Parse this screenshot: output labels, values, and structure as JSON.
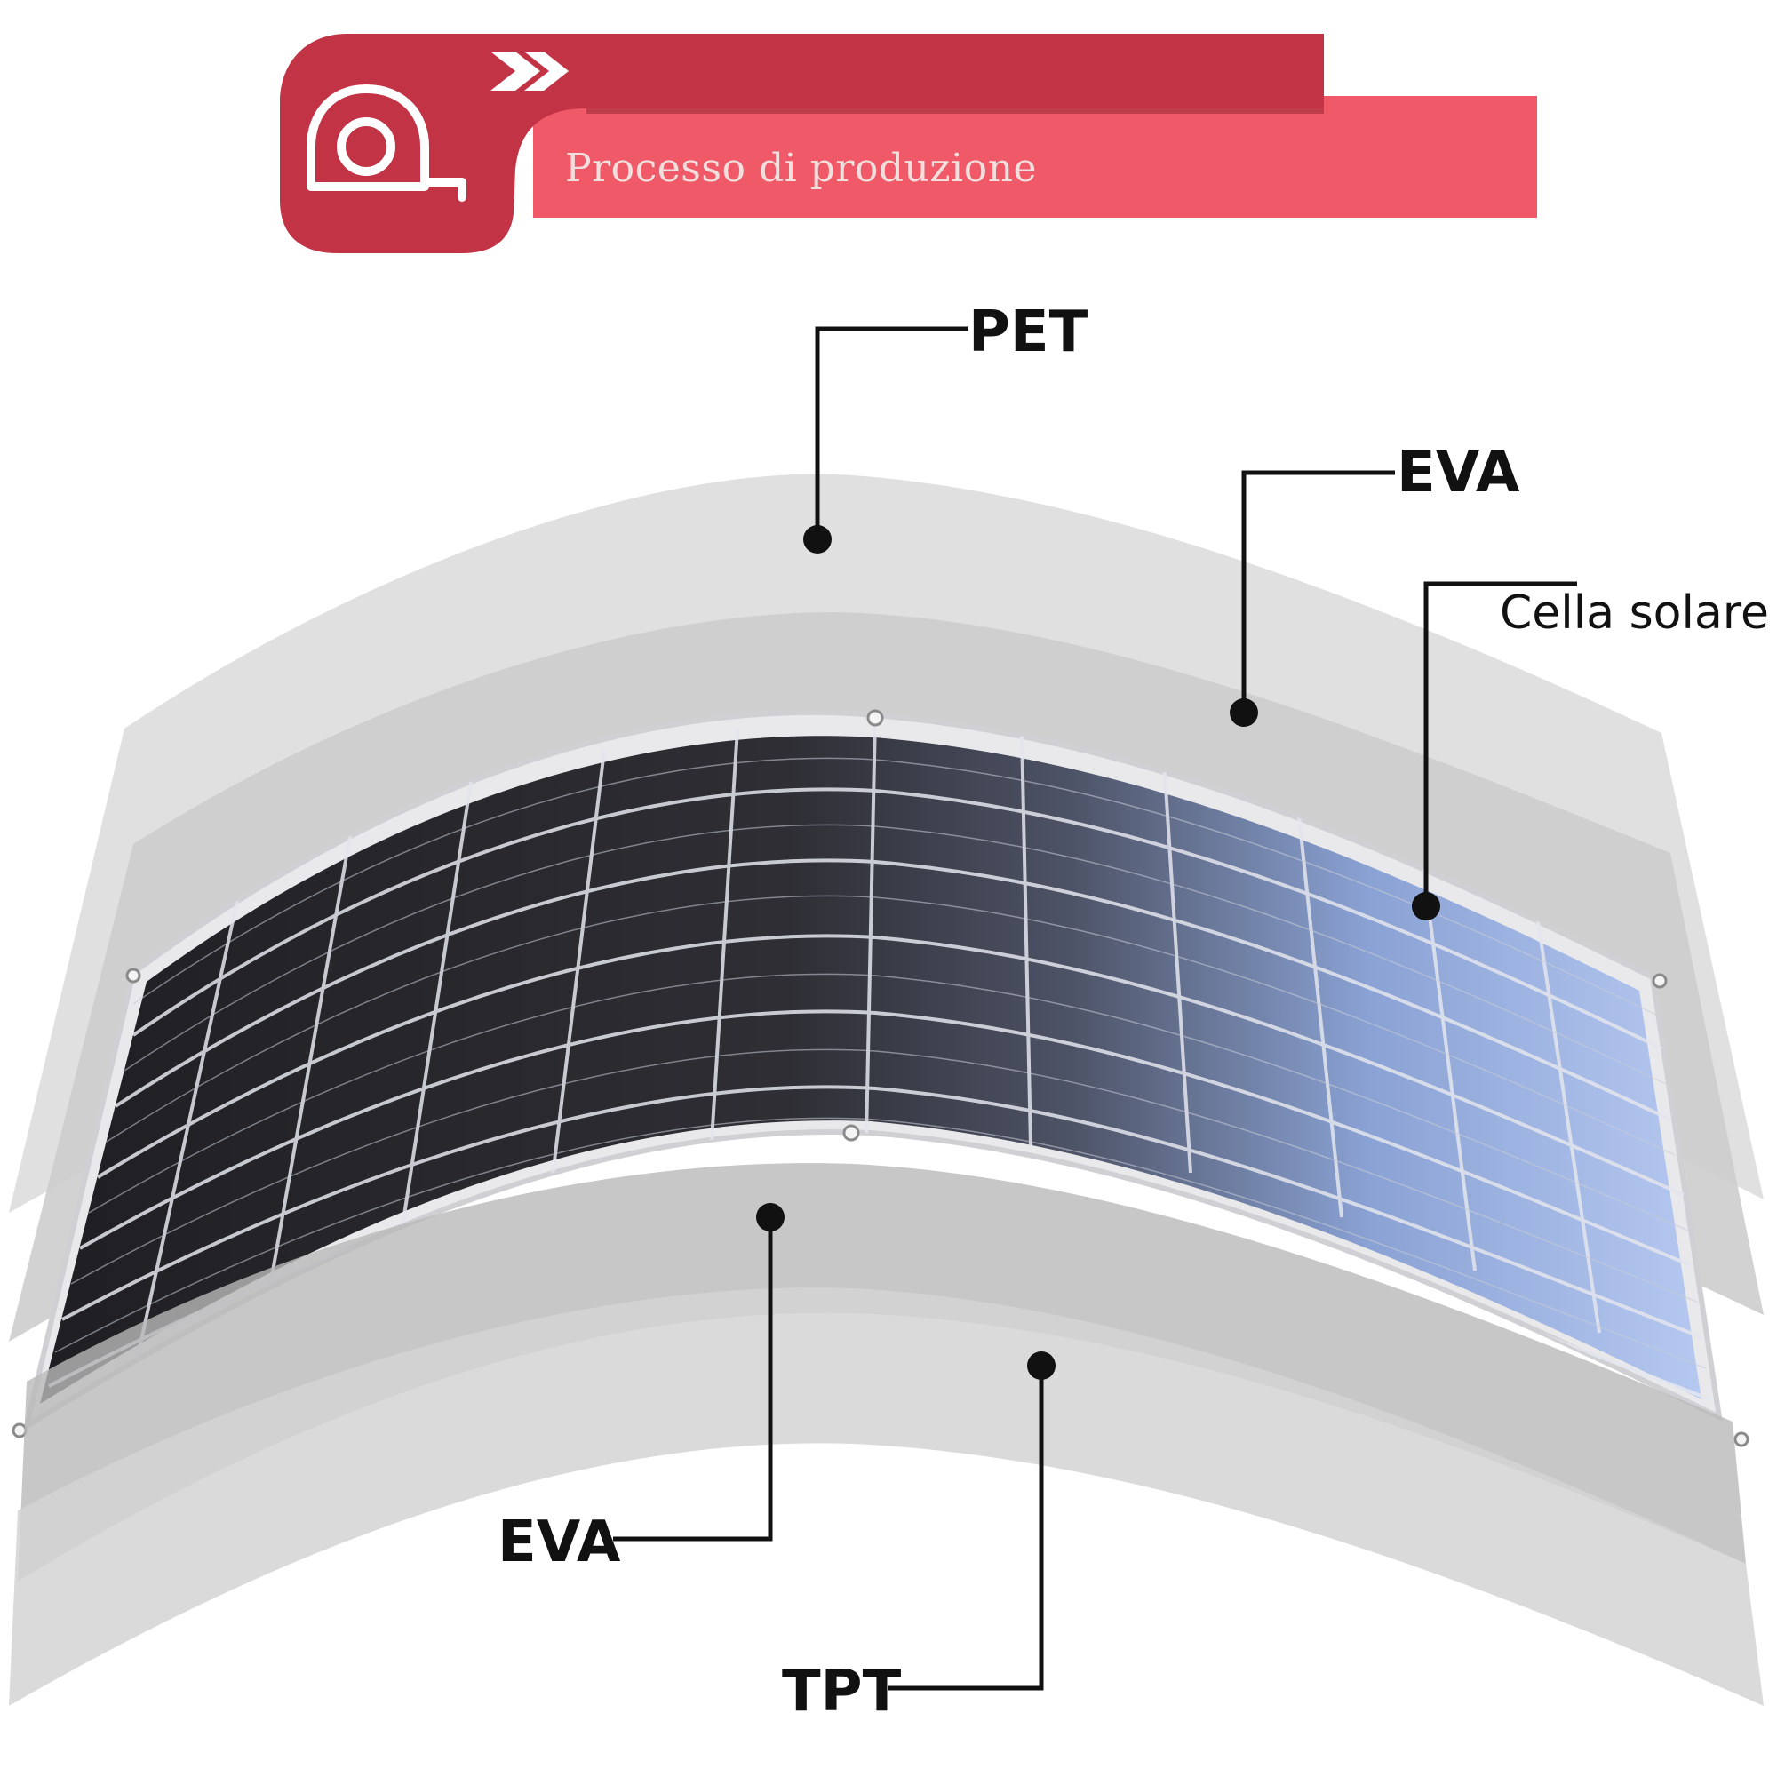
{
  "banner": {
    "title": "Processo di produzione",
    "icon": "tape-measure-icon",
    "decoration_icon": "double-chevron-icon",
    "colors": {
      "dark": "#c23345",
      "light": "#f05a68",
      "title_text": "#f3dede"
    }
  },
  "layers": {
    "pet": "PET",
    "eva_top": "EVA",
    "cell": "Cella solare",
    "eva_bottom": "EVA",
    "tpt": "TPT"
  },
  "colors": {
    "sheet_light": "#dcdcdc",
    "sheet_mid": "#cbcbcb",
    "sheet_dark": "#b9b9b9",
    "panel_dark": "#2a2a2e",
    "panel_blue": "#9fb6e4",
    "callout": "#111111"
  }
}
